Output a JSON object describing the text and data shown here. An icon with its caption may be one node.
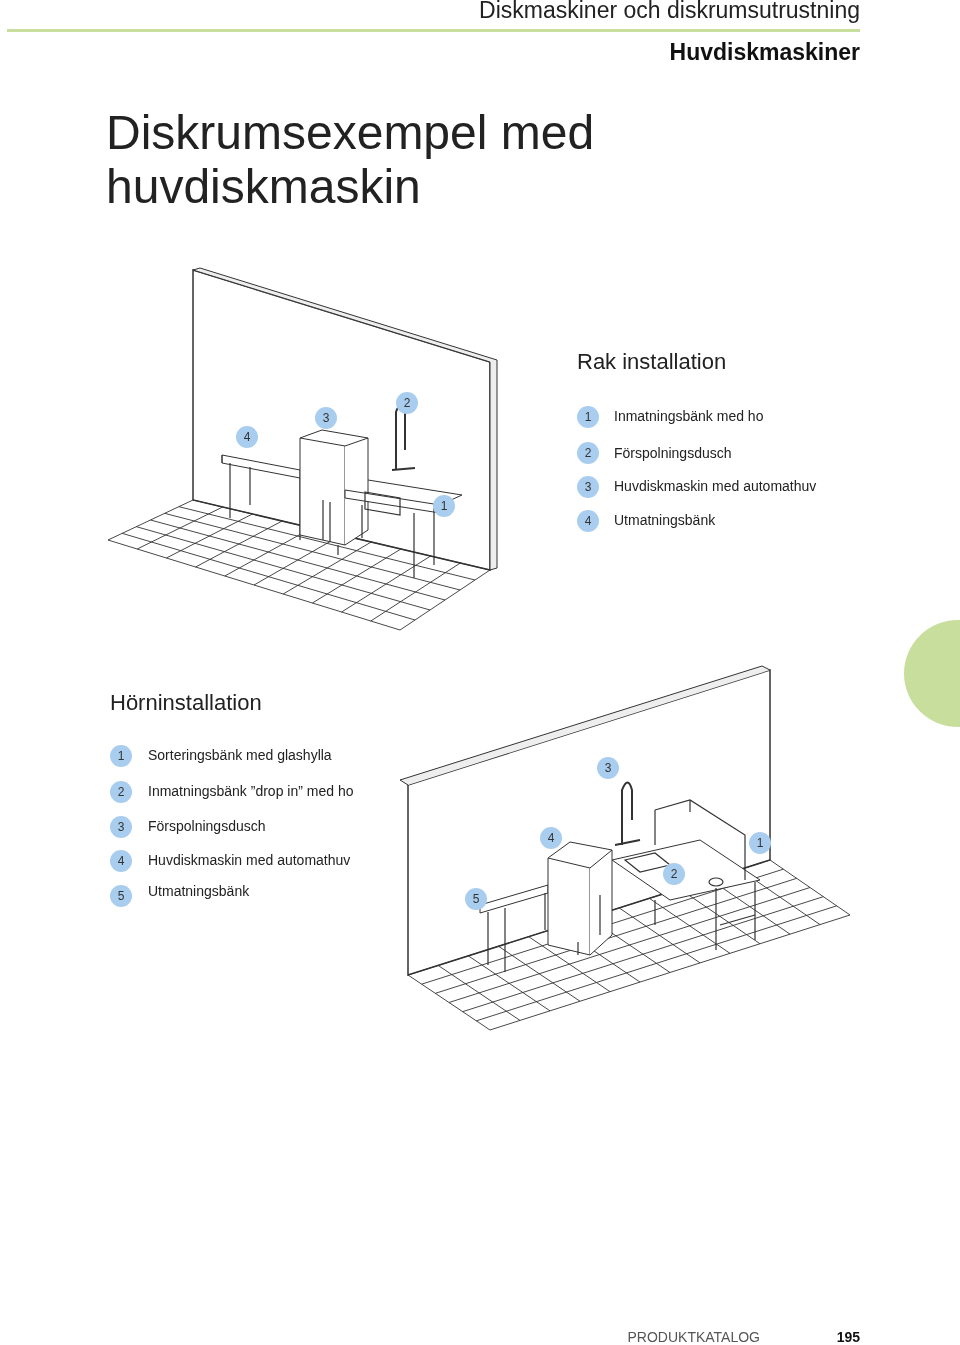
{
  "diagram": {
    "title": "Diskrumsexempel med huvdiskmaskin",
    "labels": [
      "Diskmaskiner och diskrumsutrustning",
      "Huvdiskmaskiner",
      "Rak installation",
      "4",
      "3",
      "2",
      "1",
      "1",
      "Inmatningsbänk med ho",
      "2",
      "Förspolningsdusch",
      "3",
      "Huvdiskmaskin med automathuv",
      "4",
      "Utmatningsbänk",
      "Hörninstallation",
      "1",
      "Sorteringsbänk med glashylla",
      "2",
      "Inmatningsbänk ”drop in” med ho",
      "3",
      "Förspolningsdusch",
      "4",
      "Huvdiskmaskin med automathuv",
      "5",
      "Utmatningsbänk",
      "3",
      "4",
      "1",
      "2",
      "5",
      "PRODUKTKATALOG",
      "195"
    ]
  }
}
